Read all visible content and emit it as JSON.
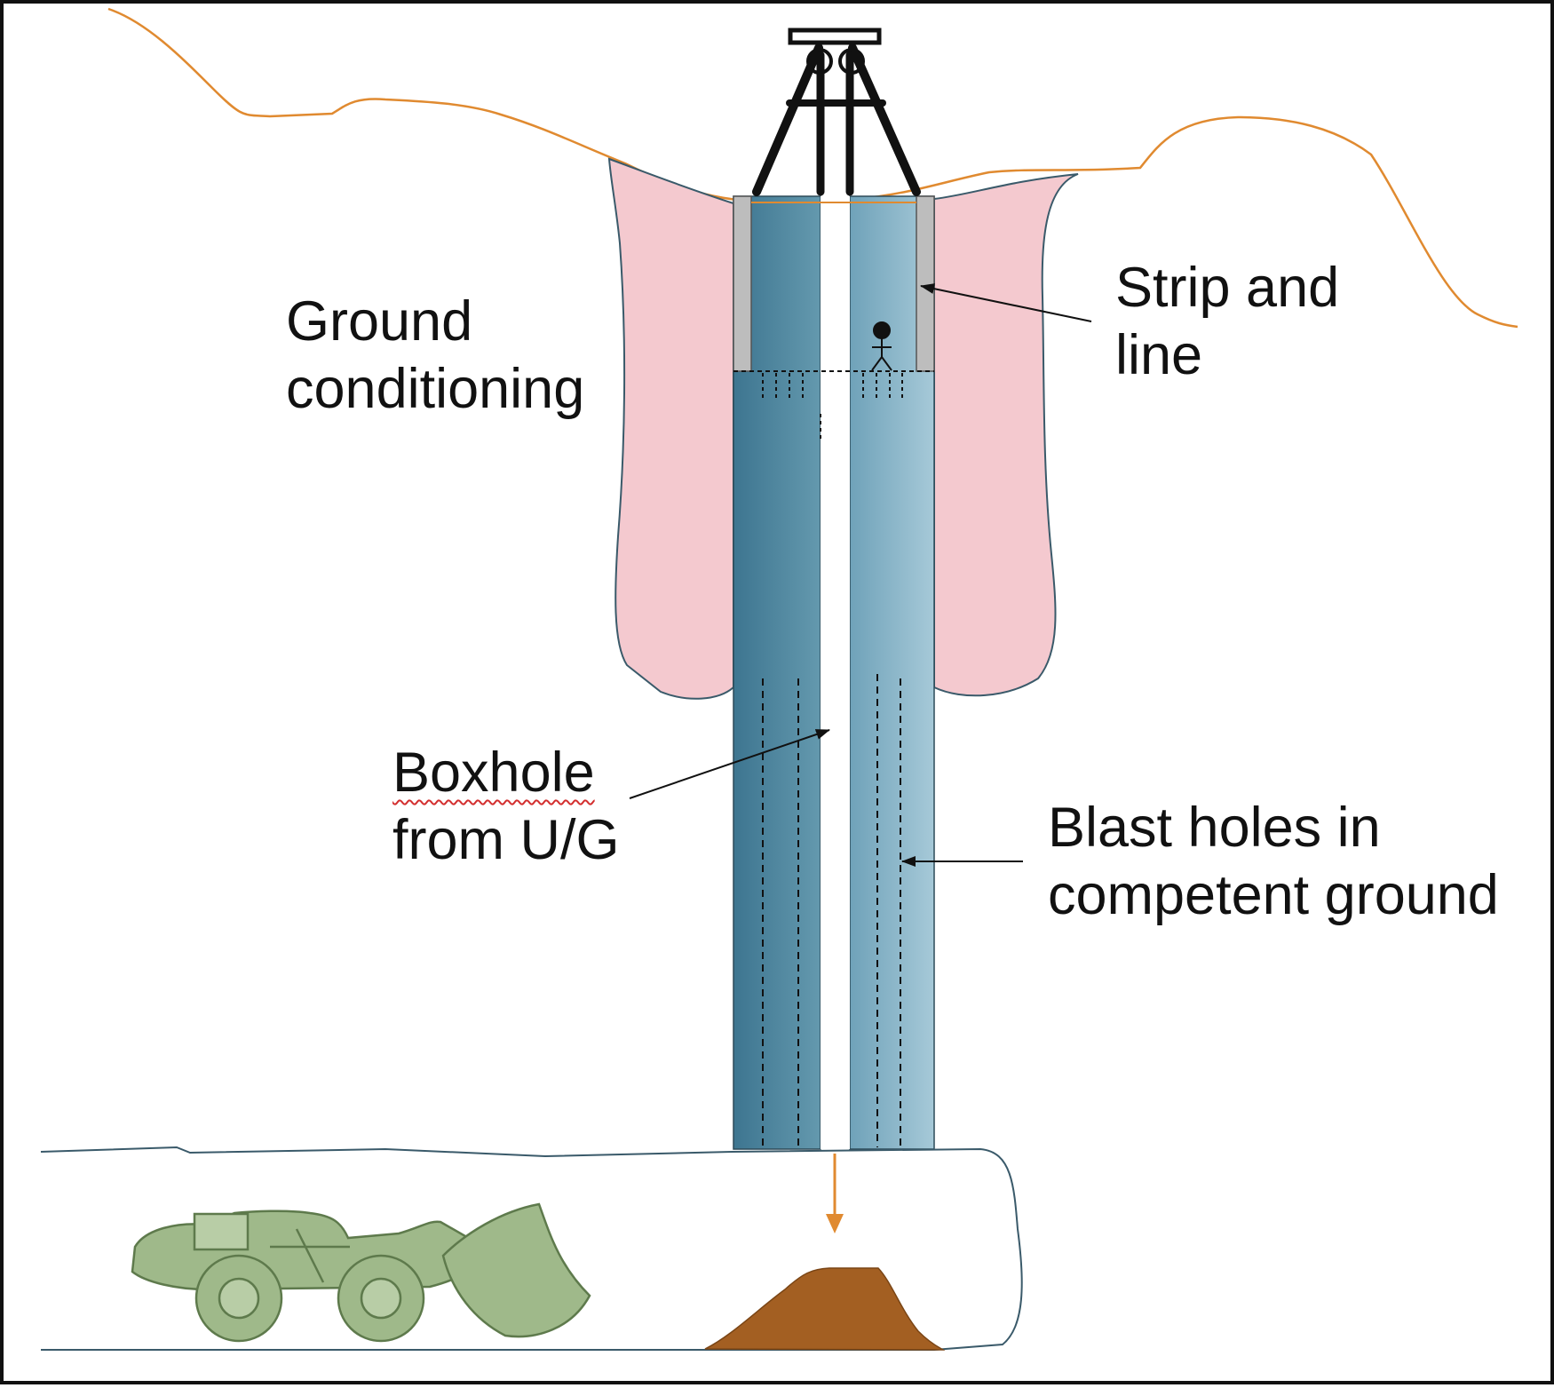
{
  "labels": {
    "ground_conditioning": [
      "Ground",
      "conditioning"
    ],
    "strip_and_line": [
      "Strip and",
      "line"
    ],
    "boxhole": [
      "Boxhole",
      "from U/G"
    ],
    "blast_holes": [
      "Blast holes in",
      "competent ground"
    ]
  },
  "icons": {
    "headframe": "mine-headframe-icon",
    "worker": "stick-figure-worker-icon",
    "loader": "underground-loader-icon",
    "muck_pile": "muck-pile-icon"
  },
  "colors": {
    "frame": "#111111",
    "surface_line": "#e08a30",
    "ground_conditioning_zone": "#f4c9cf",
    "shaft_dark": "#3f7891",
    "shaft_light": "#9cc2d4",
    "steel_liner": "#bdbdbd",
    "boxhole": "#ffffff",
    "ore_flow_arrow": "#e08a30",
    "muck_pile": "#a35f22",
    "loader": "#9fb98a",
    "label_text": "#111111",
    "spell_underline": "#d32f2f"
  }
}
